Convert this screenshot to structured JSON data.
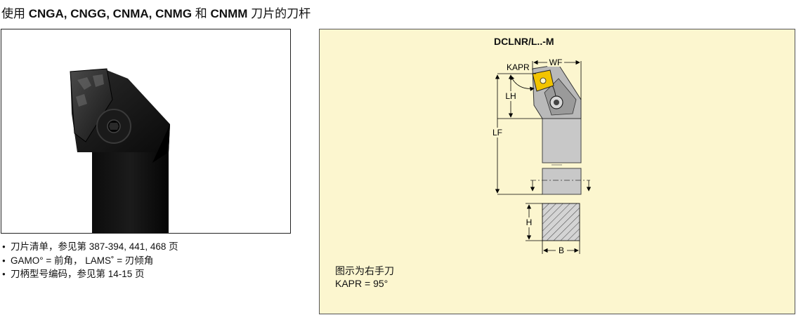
{
  "header": {
    "title_pre": "使用 ",
    "title_bold": "CNGA, CNGG, CNMA, CNMG",
    "title_mid": " 和 ",
    "title_bold2": "CNMM",
    "title_post": " 刀片的刀杆"
  },
  "bullets": [
    "刀片清单，参见第 387-394, 441, 468 页",
    "GAMO° = 前角， LAMS˚ = 刃倾角",
    "刀柄型号编码，参见第 14-15 页"
  ],
  "diagram": {
    "title": "DCLNR/L..-M",
    "labels": {
      "kapr": "KAPR",
      "wf": "WF",
      "lh": "LH",
      "lf": "LF",
      "h": "H",
      "b": "B"
    },
    "caption_line1": "图示为右手刀",
    "caption_line2": "KAPR = 95°"
  },
  "colors": {
    "diagram_bg": "#fcf6cf",
    "insert_yellow": "#f2c400",
    "shank_gray": "#c8c8c8"
  }
}
